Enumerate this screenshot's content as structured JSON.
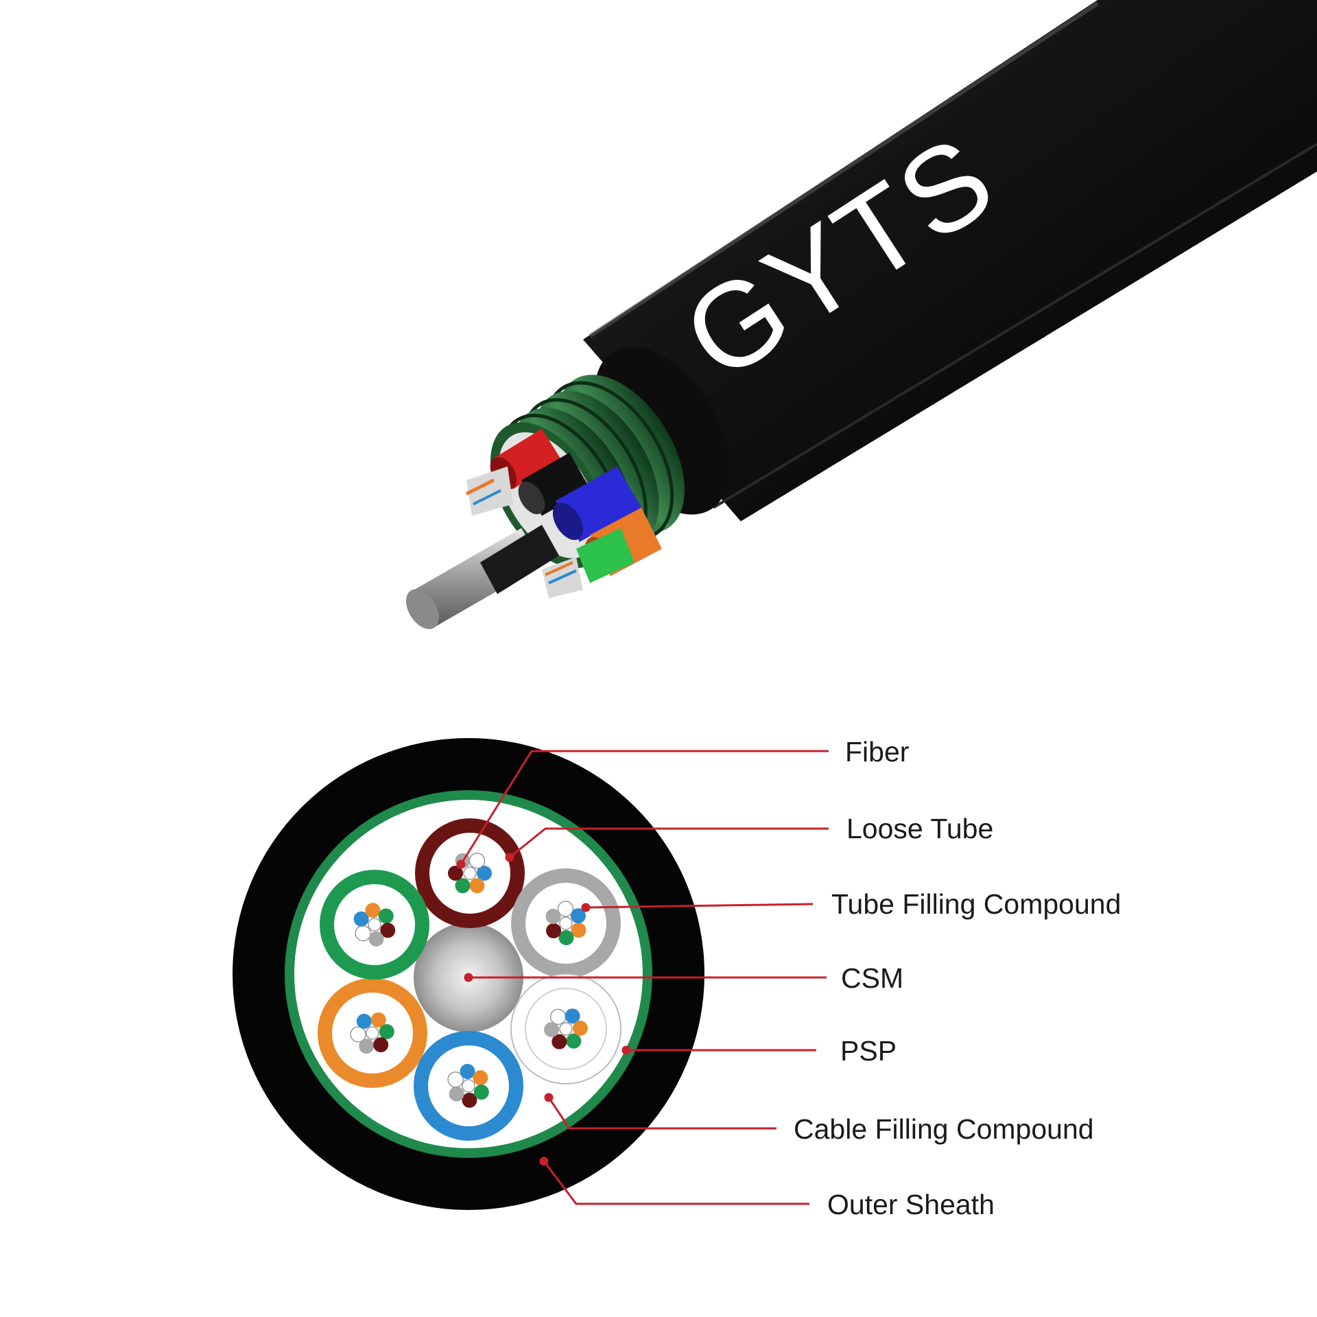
{
  "cable_marking": "GYTS",
  "diagram": {
    "labels": {
      "fiber": "Fiber",
      "loose_tube": "Loose Tube",
      "tube_filling_compound": "Tube Filling Compound",
      "csm": "CSM",
      "psp": "PSP",
      "cable_filling_compound": "Cable Filling Compound",
      "outer_sheath": "Outer Sheath"
    },
    "colors": {
      "outer_sheath": "#050505",
      "psp_armor": "#1f8a4c",
      "leader_line": "#c8202c",
      "tube_maroon": "#6b1414",
      "tube_gray": "#a8a8a8",
      "tube_white": "#ffffff",
      "tube_blue": "#2b8ad0",
      "tube_orange": "#ea8a2a",
      "tube_green": "#1d9a50"
    }
  }
}
